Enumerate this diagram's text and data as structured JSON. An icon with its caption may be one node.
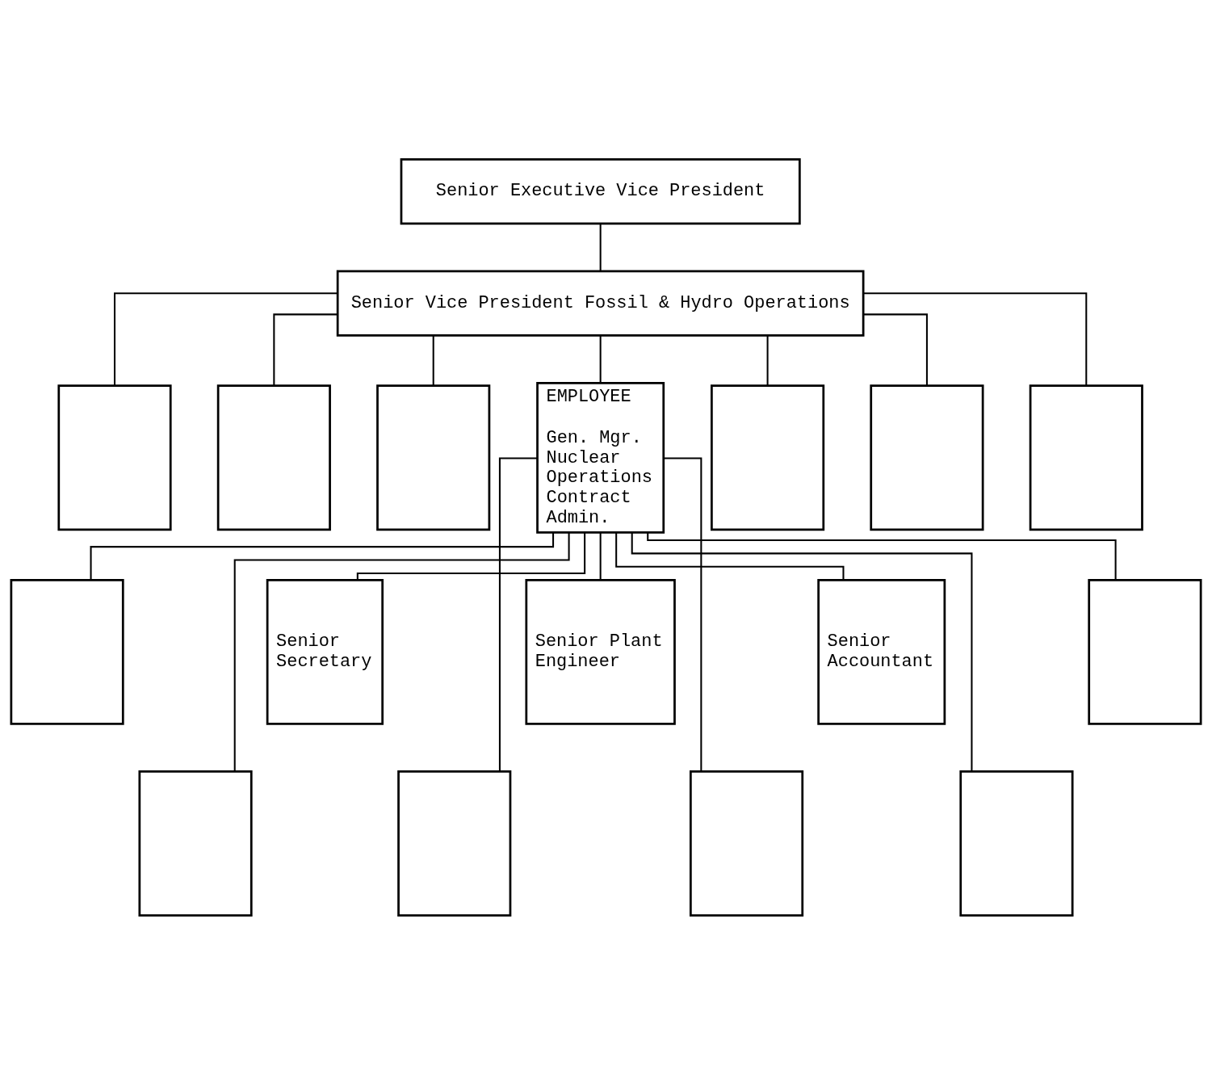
{
  "diagram": {
    "nodes": [
      {
        "text": [
          "Senior Executive Vice President"
        ]
      },
      {
        "text": [
          "Senior Vice President Fossil & Hydro Operations"
        ]
      },
      {
        "text": [],
        "shape": "box"
      },
      {
        "text": [],
        "shape": "box"
      },
      {
        "text": [],
        "shape": "box"
      },
      {
        "text": [
          "EMPLOYEE",
          "Gen. Mgr. Nuclear Operations Contract Admin."
        ]
      },
      {
        "text": [],
        "shape": "box"
      },
      {
        "text": [],
        "shape": "box"
      },
      {
        "text": [],
        "shape": "box"
      },
      {
        "text": [],
        "shape": "box"
      },
      {
        "text": [
          "Senior Secretary"
        ]
      },
      {
        "text": [
          "Senior Plant Engineer"
        ]
      },
      {
        "text": [
          "Senior Accountant"
        ]
      },
      {
        "text": [],
        "shape": "box"
      },
      {
        "text": [],
        "shape": "box"
      },
      {
        "text": [],
        "shape": "box"
      },
      {
        "text": [],
        "shape": "box"
      },
      {
        "text": [],
        "shape": "box"
      }
    ],
    "edges": [
      {
        "from": 0,
        "to": 1,
        "arrow": "none"
      },
      {
        "from": 1,
        "to": 2,
        "arrow": "none"
      },
      {
        "from": 1,
        "to": 3,
        "arrow": "none"
      },
      {
        "from": 1,
        "to": 4,
        "arrow": "none"
      },
      {
        "from": 1,
        "to": 5,
        "arrow": "none"
      },
      {
        "from": 1,
        "to": 6,
        "arrow": "none"
      },
      {
        "from": 1,
        "to": 7,
        "arrow": "none"
      },
      {
        "from": 1,
        "to": 8,
        "arrow": "none"
      },
      {
        "from": 5,
        "to": 9,
        "arrow": "none"
      },
      {
        "from": 5,
        "to": 14,
        "arrow": "none"
      },
      {
        "from": 5,
        "to": 10,
        "arrow": "none"
      },
      {
        "from": 5,
        "to": 15,
        "arrow": "none"
      },
      {
        "from": 5,
        "to": 11,
        "arrow": "none"
      },
      {
        "from": 5,
        "to": 16,
        "arrow": "none"
      },
      {
        "from": 5,
        "to": 12,
        "arrow": "none"
      },
      {
        "from": 5,
        "to": 17,
        "arrow": "none"
      },
      {
        "from": 5,
        "to": 13,
        "arrow": "none"
      }
    ]
  }
}
